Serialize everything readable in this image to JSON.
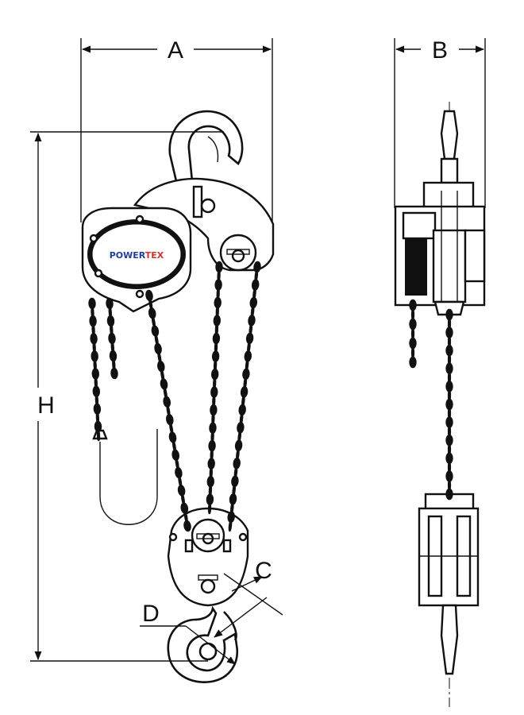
{
  "labels": {
    "A": "A",
    "B": "B",
    "H": "H",
    "C": "C",
    "D": "D"
  },
  "brand": {
    "part1": "POWER",
    "part2": "TEX",
    "color1": "#1f3f9a",
    "color2": "#d0342c"
  }
}
